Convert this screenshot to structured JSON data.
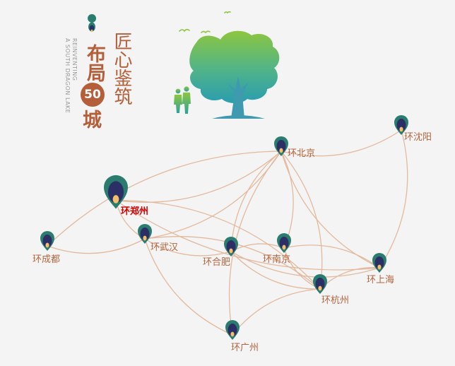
{
  "title": {
    "line1": "布局",
    "number": "50",
    "line2": "城",
    "tagline": "匠心鉴筑",
    "vertical_en": [
      "REINVENTING",
      "A SOUTH DRAGON LAKE"
    ]
  },
  "colors": {
    "accent": "#b45f3a",
    "line": "#e3b99d",
    "pin_outer": "#2a7d6e",
    "pin_inner": "#2b2f66",
    "pin_dot": "#f0c06a",
    "highlight": "#d10000"
  },
  "cities": [
    {
      "id": "beijing",
      "label": "环北京"
    },
    {
      "id": "shenyang",
      "label": "环沈阳"
    },
    {
      "id": "zhengzhou",
      "label": "环郑州",
      "highlight": true
    },
    {
      "id": "chengdu",
      "label": "环成都"
    },
    {
      "id": "wuhan",
      "label": "环武汉"
    },
    {
      "id": "hefei",
      "label": "环合肥"
    },
    {
      "id": "nanjing",
      "label": "环南京"
    },
    {
      "id": "shanghai",
      "label": "环上海"
    },
    {
      "id": "hangzhou",
      "label": "环杭州"
    },
    {
      "id": "guangzhou",
      "label": "环广州"
    }
  ],
  "connections": [
    [
      "beijing",
      "shenyang"
    ],
    [
      "beijing",
      "zhengzhou"
    ],
    [
      "beijing",
      "chengdu"
    ],
    [
      "beijing",
      "wuhan"
    ],
    [
      "beijing",
      "hefei"
    ],
    [
      "beijing",
      "nanjing"
    ],
    [
      "beijing",
      "shanghai"
    ],
    [
      "beijing",
      "hangzhou"
    ],
    [
      "beijing",
      "guangzhou"
    ],
    [
      "shenyang",
      "shanghai"
    ],
    [
      "zhengzhou",
      "wuhan"
    ],
    [
      "zhengzhou",
      "hangzhou"
    ],
    [
      "zhengzhou",
      "shanghai"
    ],
    [
      "wuhan",
      "chengdu"
    ],
    [
      "wuhan",
      "hefei"
    ],
    [
      "wuhan",
      "hangzhou"
    ],
    [
      "wuhan",
      "guangzhou"
    ],
    [
      "hefei",
      "nanjing"
    ],
    [
      "hefei",
      "hangzhou"
    ],
    [
      "nanjing",
      "shanghai"
    ],
    [
      "nanjing",
      "hangzhou"
    ],
    [
      "hangzhou",
      "shanghai"
    ],
    [
      "hangzhou",
      "guangzhou"
    ],
    [
      "shanghai",
      "hefei"
    ]
  ]
}
